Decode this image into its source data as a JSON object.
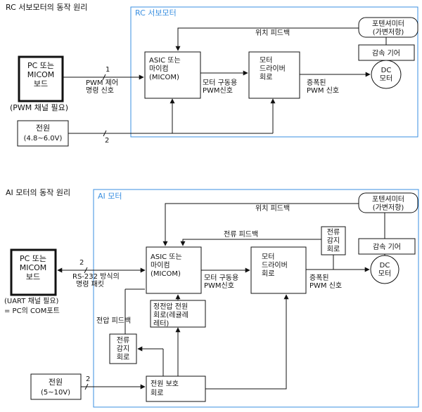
{
  "rc": {
    "title": "RC 서보모터의 동작 원리",
    "frame_label": "RC 서보모터",
    "pc_board": [
      "PC 또는",
      "MICOM",
      "보드"
    ],
    "pc_note": "(PWM 채널 필요)",
    "signal_count": "1",
    "signal_label": [
      "PWM 제어",
      "명령 신호"
    ],
    "power": [
      "전원",
      "(4.8~6.0V)"
    ],
    "power_count": "2",
    "asic": [
      "ASIC 또는",
      "마이컴",
      "(MICOM)"
    ],
    "drive_label": [
      "모터 구동용",
      "PWM신호"
    ],
    "driver": [
      "모터",
      "드라이버",
      "회로"
    ],
    "amp_label": [
      "증폭된",
      "PWM 신호"
    ],
    "pot": [
      "포텐셔미터",
      "(가변저항)"
    ],
    "gear": "감속 기어",
    "motor": [
      "DC",
      "모터"
    ],
    "feedback": "위치 피드백"
  },
  "ai": {
    "title": "AI 모터의 동작 원리",
    "frame_label": "AI 모터",
    "pc_board": [
      "PC 또는",
      "MICOM",
      "보드"
    ],
    "pc_note": [
      "(UART 채널 필요)",
      "= PC의 COM포트"
    ],
    "signal_count": "2",
    "signal_label": [
      "RS-232 방식의",
      "명령 패킷"
    ],
    "power": [
      "전원",
      "(5~10V)"
    ],
    "power_count": "2",
    "asic": [
      "ASIC 또는",
      "마이컴",
      "(MICOM)"
    ],
    "drive_label": [
      "모터 구동용",
      "PWM신호"
    ],
    "driver": [
      "모터",
      "드라이버",
      "회로"
    ],
    "amp_label": [
      "증폭된",
      "PWM 신호"
    ],
    "pot": [
      "포텐셔미터",
      "(가변저항)"
    ],
    "gear": "감속 기어",
    "motor": [
      "DC",
      "모터"
    ],
    "position_feedback": "위치 피드백",
    "current_feedback": "전류 피드백",
    "current_sense_top": [
      "전류",
      "감지",
      "회로"
    ],
    "regulator": [
      "정전압 전원",
      "회로(레귤레",
      "레터)"
    ],
    "voltage_feedback": "전압 피드백",
    "current_sense_left": [
      "전류",
      "감지",
      "회로"
    ],
    "protection": [
      "전원 보호",
      "회로"
    ]
  },
  "colors": {
    "frame": "#3a8fe0",
    "line": "#111111",
    "box_fill": "#ffffff"
  }
}
